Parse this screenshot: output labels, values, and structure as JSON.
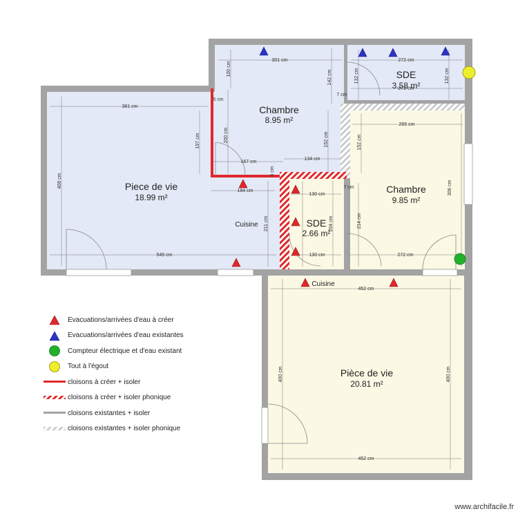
{
  "rooms": {
    "piece_de_vie_1": {
      "name": "Piece de vie",
      "area": "18.99 m²"
    },
    "chambre_1": {
      "name": "Chambre",
      "area": "8.95 m²"
    },
    "sde_1": {
      "name": "SDE",
      "area": "3.58 m²"
    },
    "chambre_2": {
      "name": "Chambre",
      "area": "9.85 m²"
    },
    "sde_2": {
      "name": "SDE",
      "area": "2.66 m²"
    },
    "piece_de_vie_2": {
      "name": "Pièce de vie",
      "area": "20.81 m²"
    }
  },
  "labels": {
    "cuisine_1": "Cuisine",
    "cuisine_2": "Cuisine"
  },
  "dimensions": {
    "d381": "381 cm",
    "d408": "408 cm",
    "d545": "545 cm",
    "d197": "197 cm",
    "d184": "184 cm",
    "d301": "301 cm",
    "d100": "100 cm",
    "d200": "200 cm",
    "d167": "167 cm",
    "d134": "134 cm",
    "d142": "142 cm",
    "d152a": "152 cm",
    "d272a": "272 cm",
    "d272b": "272 cm",
    "d132a": "132 cm",
    "d132b": "132 cm",
    "d7a": "7 cm",
    "d7b": "7 cm",
    "d265": "265 cm",
    "d152b": "152 cm",
    "d306": "306 cm",
    "d214": "214 cm",
    "d272c": "272 cm",
    "d130a": "130 cm",
    "d130b": "130 cm",
    "d204": "204 cm",
    "d211": "211 cm",
    "d452a": "452 cm",
    "d452b": "452 cm",
    "d400a": "400 cm",
    "d400b": "400 cm",
    "d5a": "5 cm",
    "d5b": "5 cm"
  },
  "legend": [
    {
      "icon": "red-triangle",
      "label": "Evacuations/arrivées d'eau à créer"
    },
    {
      "icon": "blue-triangle",
      "label": "Evacuations/arrivées d'eau existantes"
    },
    {
      "icon": "green-circle",
      "label": "Compteur électrique et d'eau existant"
    },
    {
      "icon": "yellow-circle",
      "label": "Tout à l'égout"
    },
    {
      "icon": "red-line",
      "label": "cloisons à créer + isoler"
    },
    {
      "icon": "red-hatched-line",
      "label": "cloisons à créer + isoler phonique"
    },
    {
      "icon": "grey-line",
      "label": "cloisons existantes + isoler"
    },
    {
      "icon": "grey-hatched-line",
      "label": "cloisons existantes + isoler phonique"
    }
  ],
  "credit": "www.archifacile.fr",
  "colors": {
    "wall": "#a3a3a3",
    "floor_blue": "#e3e9f6",
    "floor_yellow": "#fbf8e4",
    "new_wall": "#e0282a",
    "existing_water": "#2d33c4",
    "new_water": "#e0282a",
    "meter": "#22b02a",
    "sewer": "#eeee2a"
  }
}
